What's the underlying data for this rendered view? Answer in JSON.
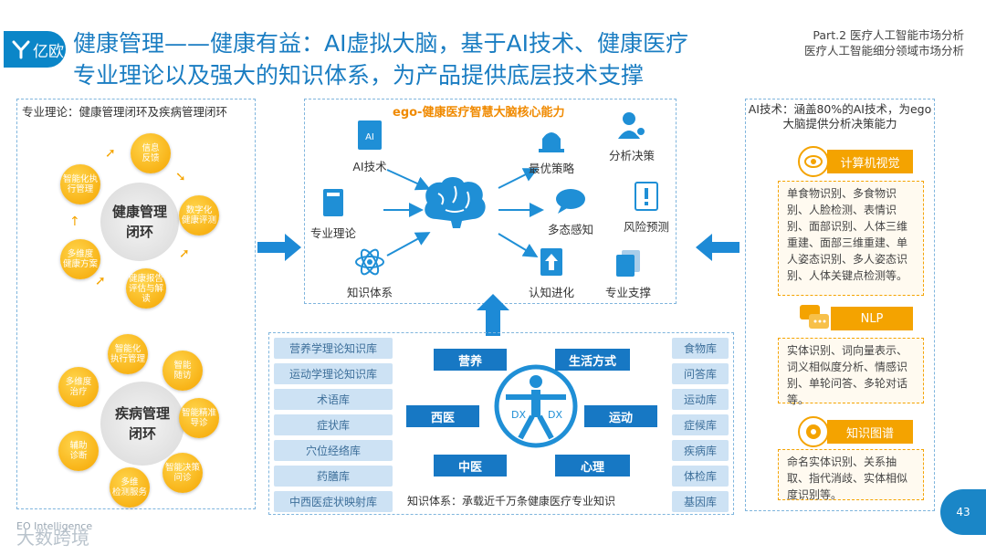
{
  "brand": {
    "logo_text": "亿欧"
  },
  "title": {
    "line1": "健康管理——健康有益：AI虚拟大脑，基于AI技术、健康医疗",
    "line2": "专业理论以及强大的知识体系，为产品提供底层技术支撑"
  },
  "part": {
    "line1": "Part.2  医疗人工智能市场分析",
    "line2": "医疗人工智能细分领域市场分析"
  },
  "left": {
    "label": "专业理论：健康管理闭环及疾病管理闭环",
    "health_loop": {
      "center": [
        "健康管理",
        "闭环"
      ],
      "nodes": [
        "信息\n反馈",
        "数字化\n健康评测",
        "健康报告\n评估与解读",
        "多维度\n健康方案",
        "智能化执\n行管理"
      ]
    },
    "disease_loop": {
      "center": [
        "疾病管理",
        "闭环"
      ],
      "nodes": [
        "智能化\n执行管理",
        "智能\n随访",
        "智能精准\n导诊",
        "智能决策\n问诊",
        "多维\n检测服务",
        "辅助\n诊断",
        "多维度\n治疗"
      ]
    }
  },
  "core": {
    "title": "ego-健康医疗智慧大脑核心能力",
    "inputs": [
      "AI技术",
      "专业理论",
      "知识体系"
    ],
    "outputs": [
      "最优策略",
      "多态感知",
      "认知进化"
    ],
    "side": [
      "分析决策",
      "风险预测",
      "专业支撑"
    ]
  },
  "knowledge": {
    "left_items": [
      "营养学理论知识库",
      "运动学理论知识库",
      "术语库",
      "症状库",
      "穴位经络库",
      "药膳库",
      "中西医症状映射库"
    ],
    "right_items": [
      "食物库",
      "问答库",
      "运动库",
      "症候库",
      "疾病库",
      "体检库",
      "基因库"
    ],
    "center_pills": [
      "营养",
      "生活方式",
      "西医",
      "运动",
      "中医",
      "心理"
    ],
    "caption": "知识体系：承载近千万条健康医疗专业知识"
  },
  "right": {
    "label": "AI技术：涵盖80%的AI技术，为ego大脑提供分析决策能力",
    "cv": {
      "title": "计算机视觉",
      "text": "单食物识别、多食物识别、人脸检测、表情识别、面部识别、人体三维重建、面部三维重建、单人姿态识别、多人姿态识别、人体关键点检测等。"
    },
    "nlp": {
      "title": "NLP",
      "text": "实体识别、词向量表示、词义相似度分析、情感识别、单轮问答、多轮对话等。"
    },
    "kg": {
      "title": "知识图谱",
      "text": "命名实体识别、关系抽取、指代消歧、实体相似度识别等。"
    }
  },
  "page_number": "43",
  "watermark": {
    "line1": "EO Intelligence",
    "line2": "大数跨境"
  },
  "colors": {
    "primary_blue": "#1a7dc2",
    "orange": "#f4a300",
    "light_blue": "#cde2f4"
  }
}
